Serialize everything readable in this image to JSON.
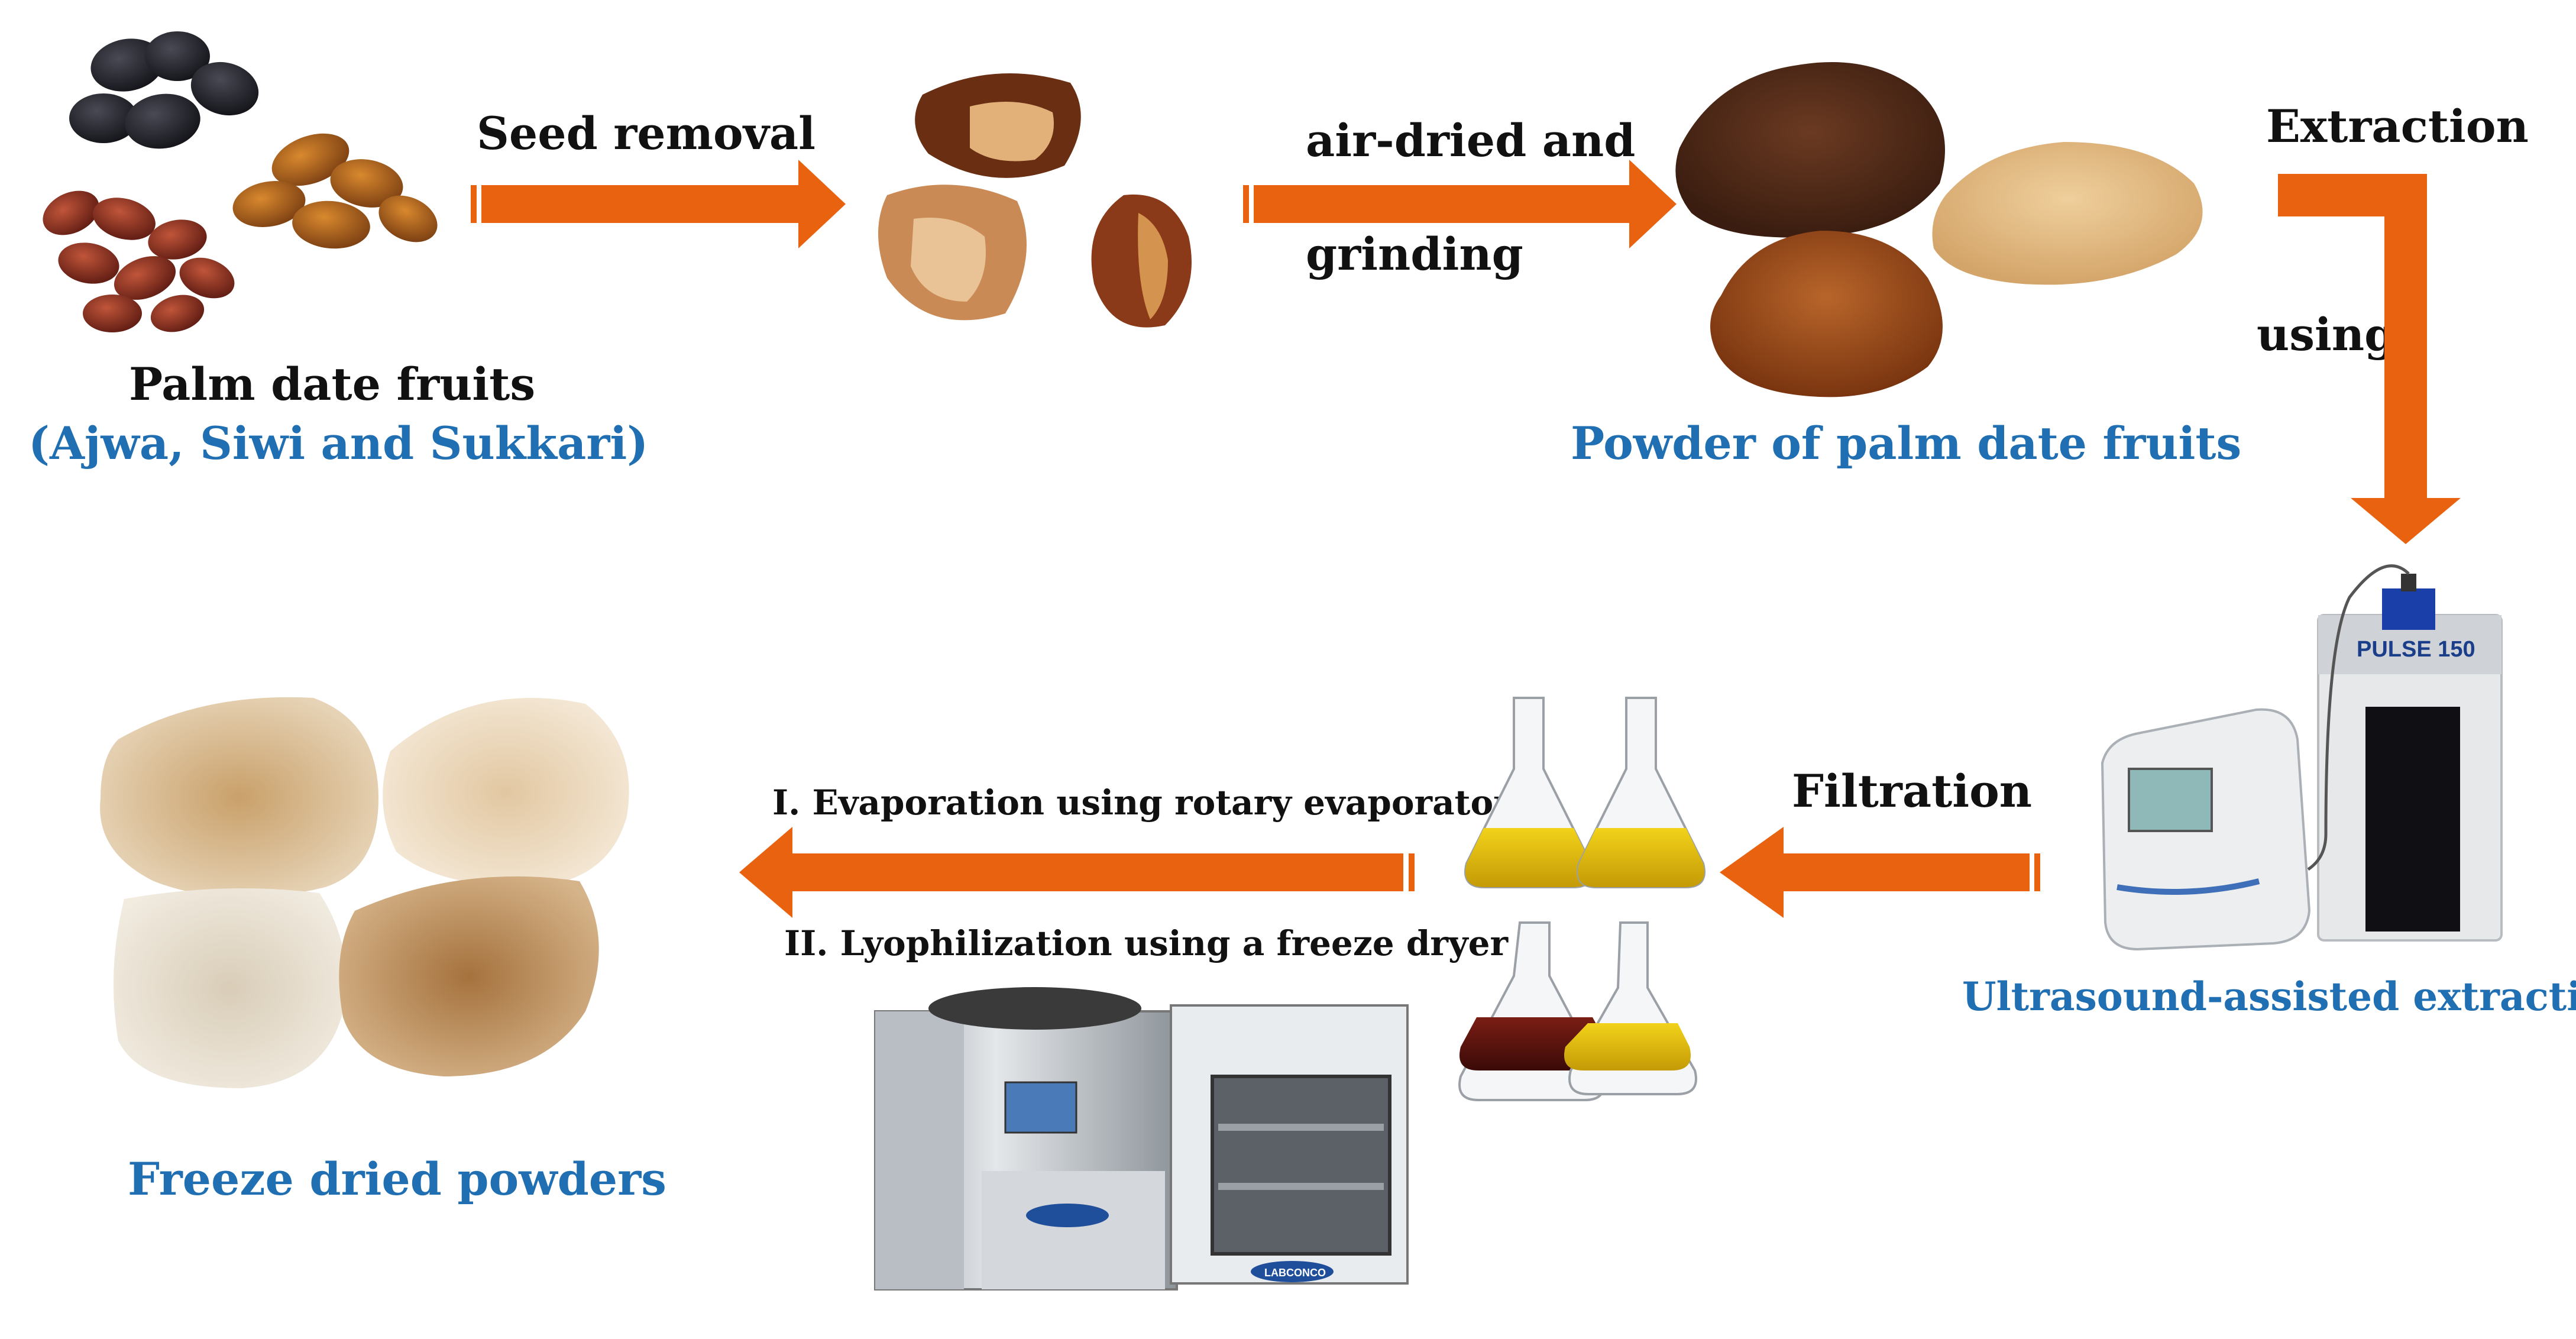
{
  "colors": {
    "arrow": "#e8620f",
    "accent_blue": "#1f6fb2",
    "text": "#111111"
  },
  "labels": {
    "palm_title": "Palm date fruits",
    "palm_varieties": "(Ajwa, Siwi and Sukkari)",
    "seed_removal": "Seed removal",
    "air_dried": "air-dried and",
    "grinding": "grinding",
    "powder": "Powder of palm date fruits",
    "extraction": "Extraction",
    "using": "using",
    "ultrasound": "Ultrasound-assisted extraction",
    "filtration": "Filtration",
    "evaporation": "I. Evaporation using rotary evaporator",
    "lyophilization": "II. Lyophilization using a freeze dryer",
    "freeze_dried": "Freeze dried powders",
    "device_brand": "PULSE 150",
    "freezer_brand": "LABCONCO"
  },
  "icons": [
    "dates-image",
    "pitted-dates-image",
    "powder-image",
    "sonicator-image",
    "flasks-image",
    "freeze-dryer-image",
    "dried-powders-image"
  ]
}
